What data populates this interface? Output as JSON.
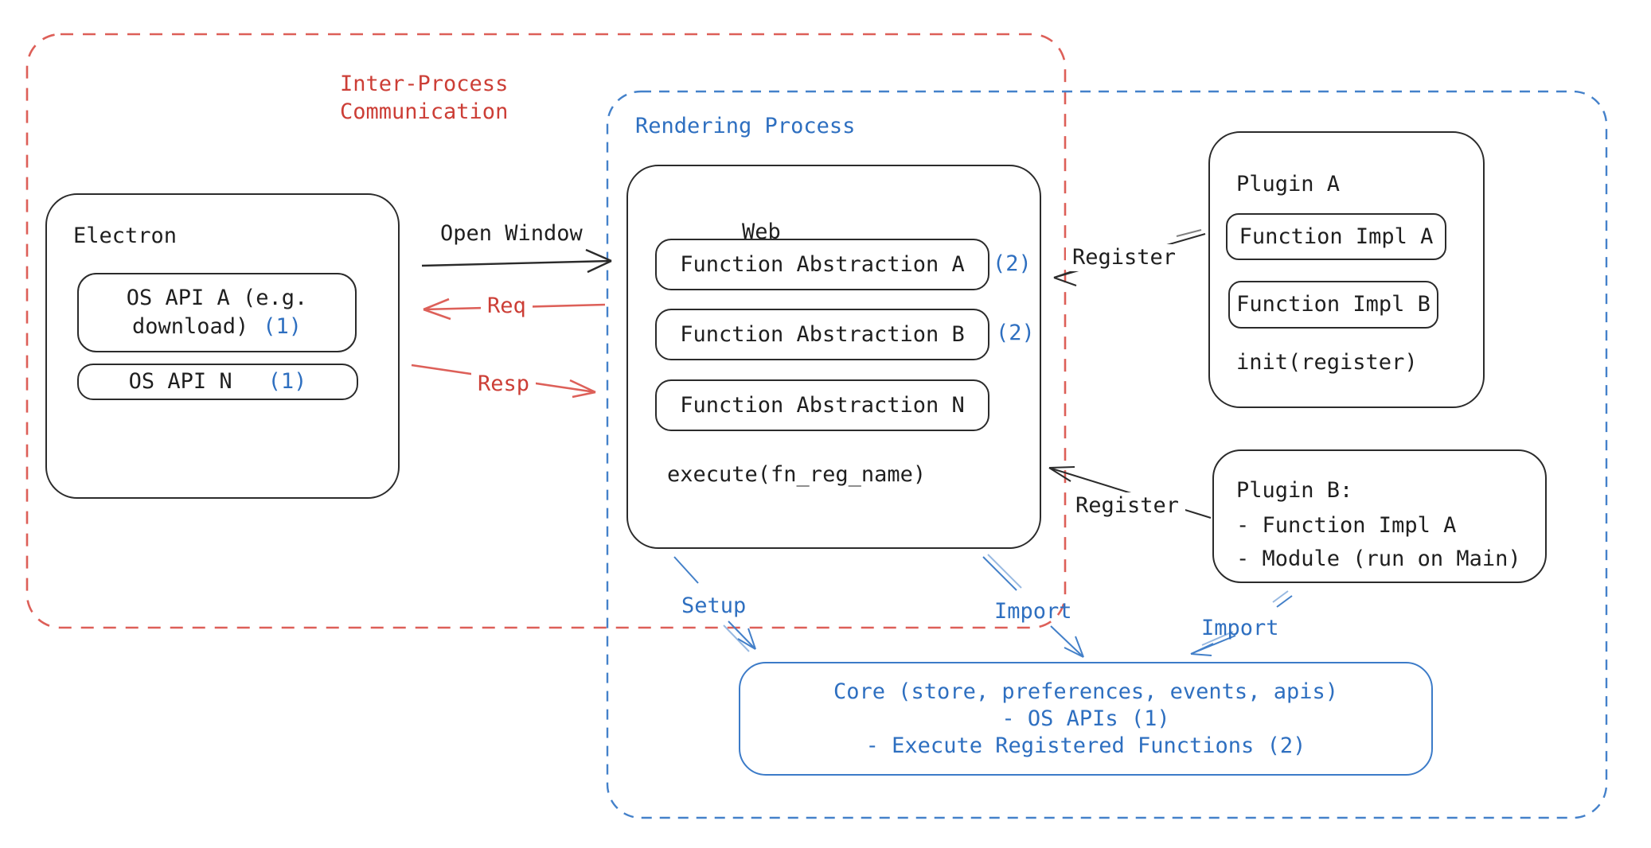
{
  "colors": {
    "red_text": "#cc3e36",
    "red_line": "#dd6059",
    "blue_text": "#2e6fc0",
    "blue_line": "#4380c9",
    "black": "#1f1f1f"
  },
  "ipc_region": {
    "label_line1": "Inter-Process",
    "label_line2": "Communication"
  },
  "rendering_region": {
    "label": "Rendering Process"
  },
  "electron": {
    "title": "Electron",
    "api_a_line1": "OS API A (e.g.",
    "api_a_line2": "download)",
    "api_a_badge": "(1)",
    "api_n_label": "OS API N",
    "api_n_badge": "(1)"
  },
  "web": {
    "title": "Web",
    "fa_a": "Function Abstraction A",
    "fa_a_badge": "(2)",
    "fa_b": "Function Abstraction B",
    "fa_b_badge": "(2)",
    "fa_n": "Function Abstraction N",
    "execute": "execute(fn_reg_name)"
  },
  "plugin_a": {
    "title": "Plugin A",
    "impl_a": "Function Impl A",
    "impl_b": "Function Impl B",
    "init": "init(register)"
  },
  "plugin_b": {
    "title": "Plugin B:",
    "item1": "- Function Impl A",
    "item2": "- Module (run on Main)"
  },
  "core": {
    "line1": "Core (store, preferences, events, apis)",
    "line2": "- OS APIs (1)",
    "line3": "- Execute Registered Functions (2)"
  },
  "arrows": {
    "open_window": "Open Window",
    "req": "Req",
    "resp": "Resp",
    "register_top": "Register",
    "register_bottom": "Register",
    "setup": "Setup",
    "import_middle": "Import",
    "import_right": "Import"
  }
}
